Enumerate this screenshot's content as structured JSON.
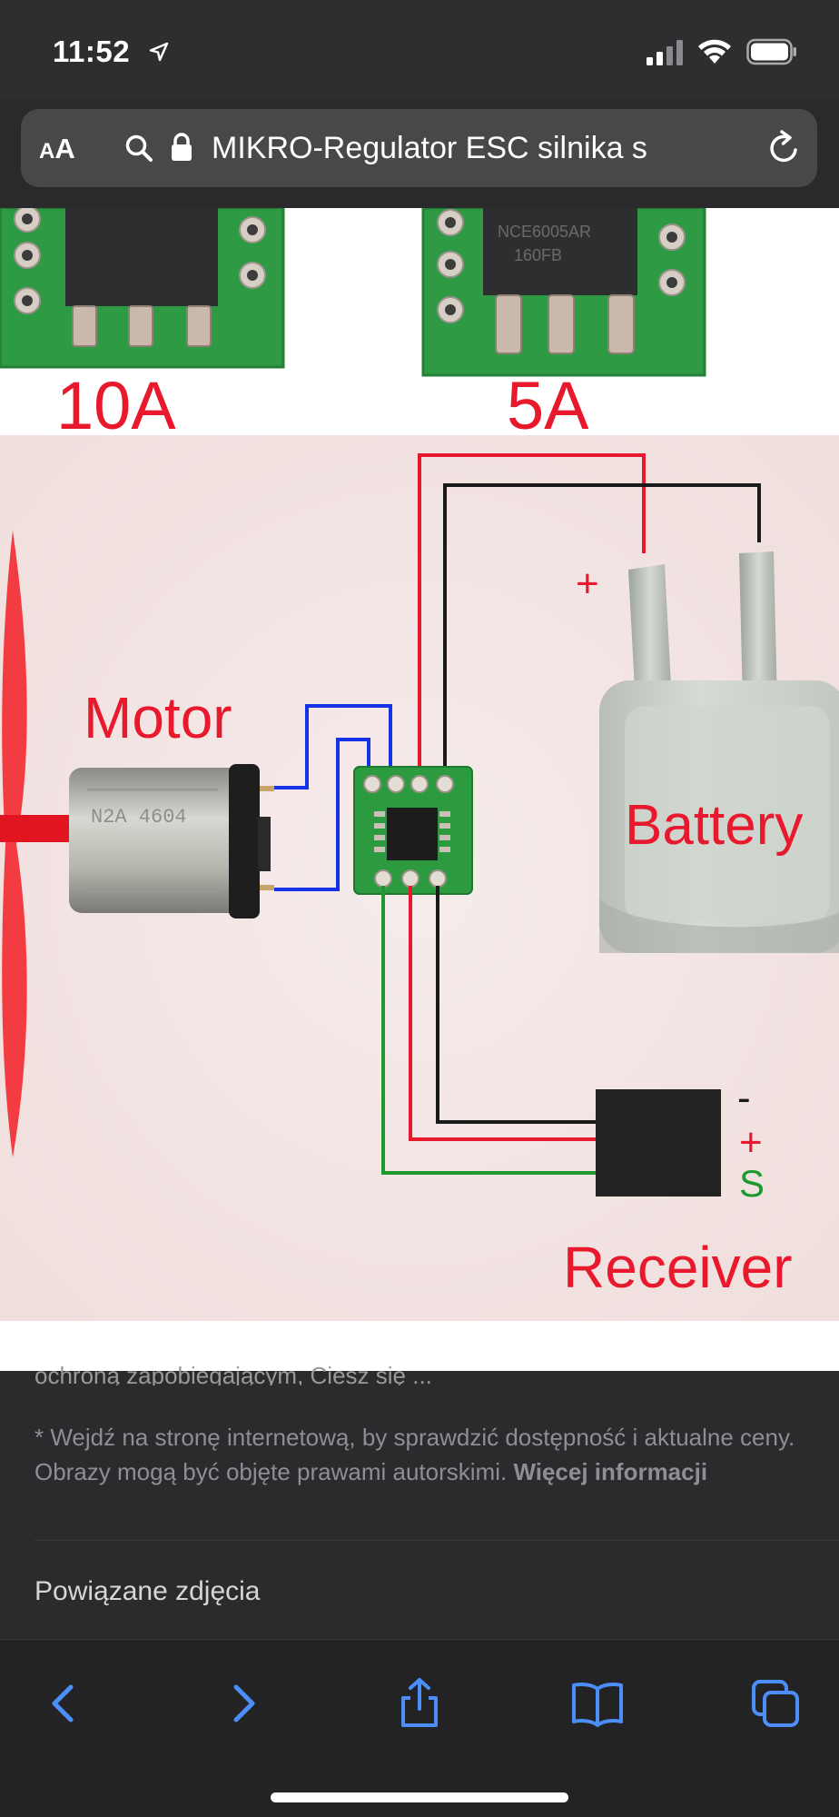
{
  "status_bar": {
    "time": "11:52"
  },
  "url_bar": {
    "text_size_small": "A",
    "text_size_big": "A",
    "url_title": "MIKRO-Regulator ESC silnika s"
  },
  "image": {
    "labels": {
      "amp_10": "10A",
      "amp_5": "5A",
      "motor": "Motor",
      "battery": "Battery",
      "receiver": "Receiver",
      "plus_battery": "+",
      "minus_receiver": "-",
      "plus_receiver": "+",
      "signal_receiver": "S",
      "chip_left_marking": "",
      "chip_right_marking": "NCE6005AR",
      "chip_right_marking2": "160FB",
      "motor_marking": "N2A 4604"
    },
    "colors": {
      "wire_red": "#e8192c",
      "wire_black": "#1a1a1a",
      "wire_blue": "#1532e8",
      "wire_green": "#1c9a2e",
      "label_red": "#e8192c"
    }
  },
  "page": {
    "cut_text": "ochroną zapobiegającym, Ciesz się ...",
    "disclaimer": "* Wejdź na stronę internetową, by sprawdzić dostępność i aktualne ceny. Obrazy mogą być objęte prawami autorskimi. ",
    "more_info": "Więcej informacji",
    "related_images": "Powiązane zdjęcia"
  },
  "toolbar": {
    "back_icon": "chevron-left-icon",
    "forward_icon": "chevron-right-icon",
    "share_icon": "share-icon",
    "bookmarks_icon": "book-icon",
    "tabs_icon": "tabs-icon"
  }
}
